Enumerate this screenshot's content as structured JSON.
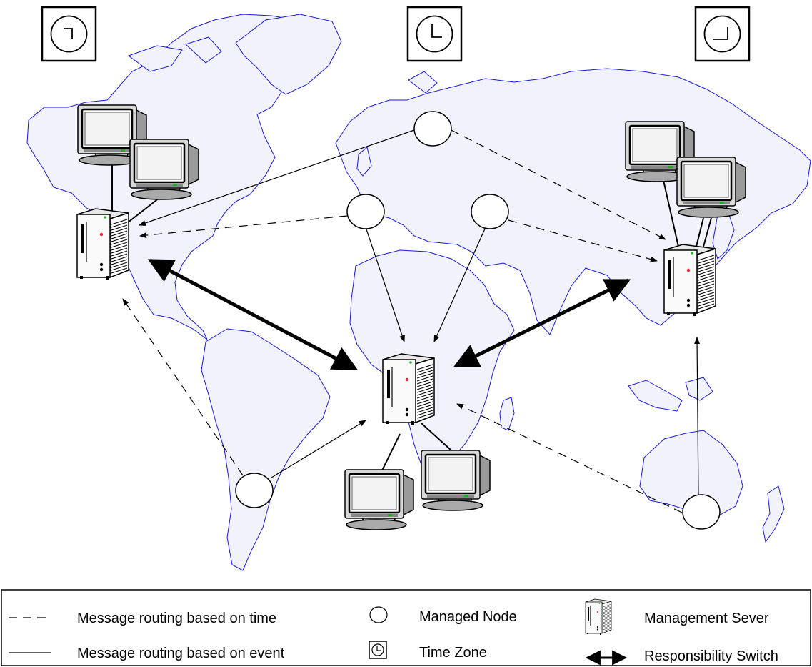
{
  "diagram": {
    "time_zones": [
      {
        "icon": "clock-icon",
        "hand_direction": "south"
      },
      {
        "icon": "clock-icon",
        "hand_direction": "east"
      },
      {
        "icon": "clock-icon",
        "hand_direction": "east"
      }
    ],
    "colors": {
      "map_fill": "#f1f2fb",
      "map_stroke": "#1a1adf",
      "lines": "#000000"
    }
  },
  "legend": {
    "time_routing": "Message routing based on time",
    "event_routing": "Message routing based on event",
    "managed_node": "Managed Node",
    "time_zone": "Time Zone",
    "management_server": "Management Sever",
    "responsibility_switch": "Responsibility Switch"
  }
}
